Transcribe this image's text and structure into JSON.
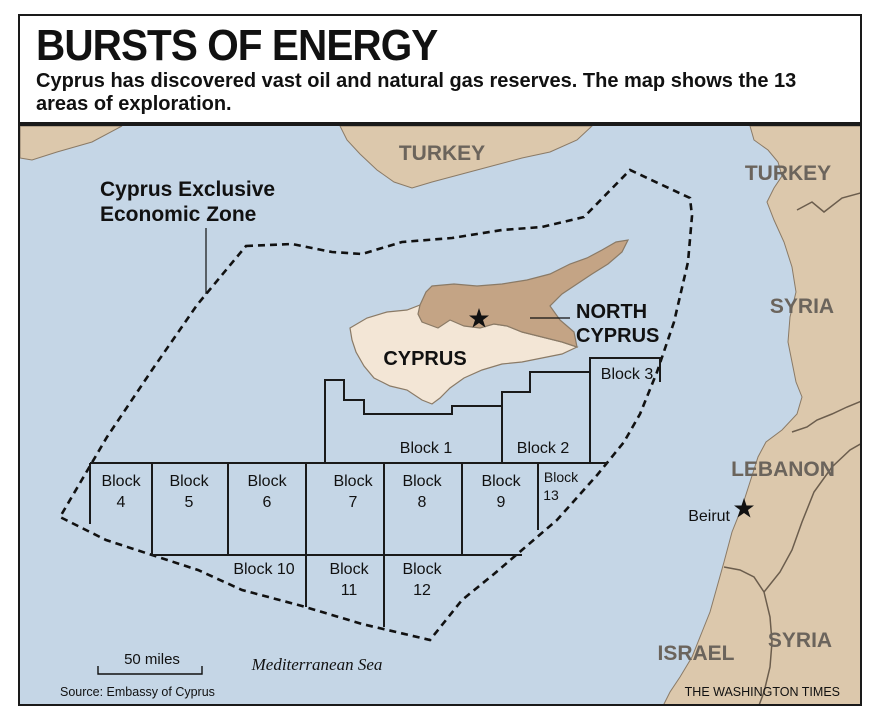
{
  "header": {
    "title": "BURSTS OF ENERGY",
    "subtitle": "Cyprus has discovered vast oil and natural gas reserves. The map shows the 13 areas of exploration."
  },
  "map": {
    "labels": {
      "turkey_north": "TURKEY",
      "turkey_east": "TURKEY",
      "syria_north": "SYRIA",
      "syria_south": "SYRIA",
      "lebanon": "LEBANON",
      "israel": "ISRAEL",
      "beirut": "Beirut",
      "cyprus": "CYPRUS",
      "north_cyprus_line1": "NORTH",
      "north_cyprus_line2": "CYPRUS",
      "eez_line1": "Cyprus Exclusive",
      "eez_line2": "Economic Zone",
      "sea": "Mediterranean Sea"
    },
    "blocks": [
      {
        "id": "block-1",
        "line1": "Block 1",
        "line2": ""
      },
      {
        "id": "block-2",
        "line1": "Block 2",
        "line2": ""
      },
      {
        "id": "block-3",
        "line1": "Block 3",
        "line2": ""
      },
      {
        "id": "block-4",
        "line1": "Block",
        "line2": "4"
      },
      {
        "id": "block-5",
        "line1": "Block",
        "line2": "5"
      },
      {
        "id": "block-6",
        "line1": "Block",
        "line2": "6"
      },
      {
        "id": "block-7",
        "line1": "Block",
        "line2": "7"
      },
      {
        "id": "block-8",
        "line1": "Block",
        "line2": "8"
      },
      {
        "id": "block-9",
        "line1": "Block",
        "line2": "9"
      },
      {
        "id": "block-10",
        "line1": "Block 10",
        "line2": ""
      },
      {
        "id": "block-11",
        "line1": "Block",
        "line2": "11"
      },
      {
        "id": "block-12",
        "line1": "Block",
        "line2": "12"
      },
      {
        "id": "block-13",
        "line1": "Block",
        "line2": "13"
      }
    ],
    "scale_label": "50 miles",
    "source": "Source: Embassy of Cyprus",
    "credit": "THE WASHINGTON TIMES",
    "colors": {
      "sea": "#c5d6e6",
      "land": "#dcc8ac",
      "north_cyprus": "#c4a485",
      "cyprus": "#f3e6d6",
      "border_lines": "#1a1a1a"
    }
  }
}
